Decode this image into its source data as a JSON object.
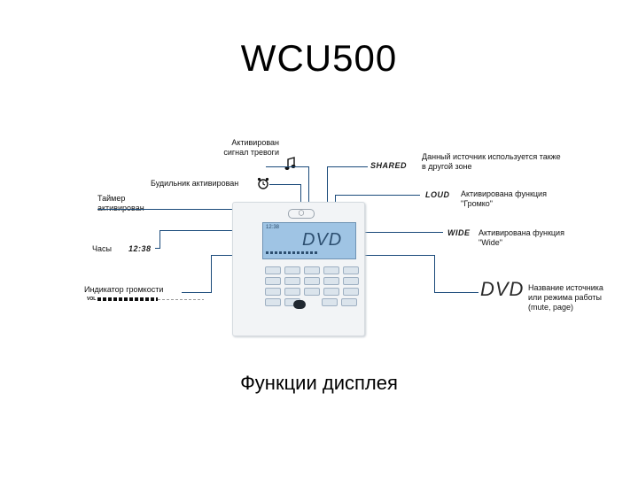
{
  "title": "WCU500",
  "subtitle": "Функции дисплея",
  "labels": {
    "alarm_active": "Активирован сигнал тревоги",
    "alarm_clock": "Будильник активирован",
    "timer": "Таймер активирован",
    "clock": "Часы",
    "volume": "Индикатор громкости",
    "shared": "Данный источник используется также в другой зоне",
    "loud": "Активирована функция \"Громко\"",
    "wide": "Активирована функция \"Wide\"",
    "source_name": "Название источника или режима работы (mute, page)"
  },
  "indicators": {
    "shared": "SHARED",
    "loud": "LOUD",
    "wide": "WIDE",
    "clock_time": "12:38",
    "vol_text": "VOL",
    "dvd": "DVD"
  },
  "device": {
    "lcd_time": "12:38",
    "lcd_source": "DVD"
  }
}
